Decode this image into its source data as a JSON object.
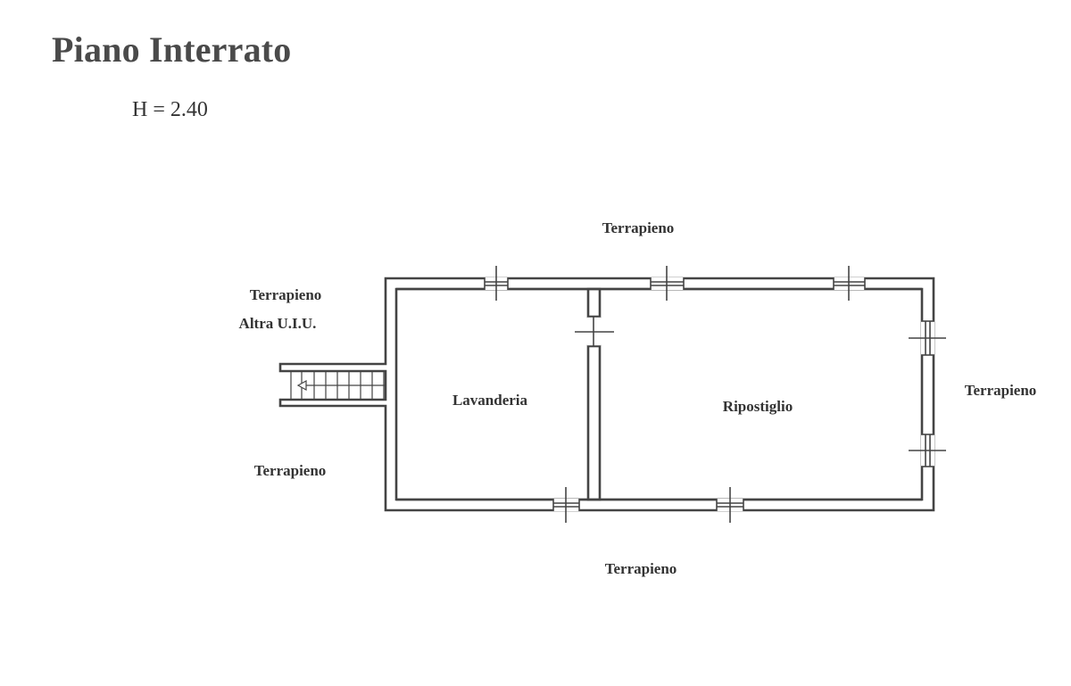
{
  "title": "Piano Interrato",
  "height_label": "H = 2.40",
  "labels": {
    "top": "Terrapieno",
    "left_upper": "Terrapieno",
    "left_upper_sub": "Altra U.I.U.",
    "left_lower": "Terrapieno",
    "right": "Terrapieno",
    "bottom": "Terrapieno"
  },
  "rooms": {
    "lavanderia": "Lavanderia",
    "ripostiglio": "Ripostiglio"
  },
  "colors": {
    "wall": "#444444",
    "text": "#333333",
    "title": "#4a4a4a"
  }
}
